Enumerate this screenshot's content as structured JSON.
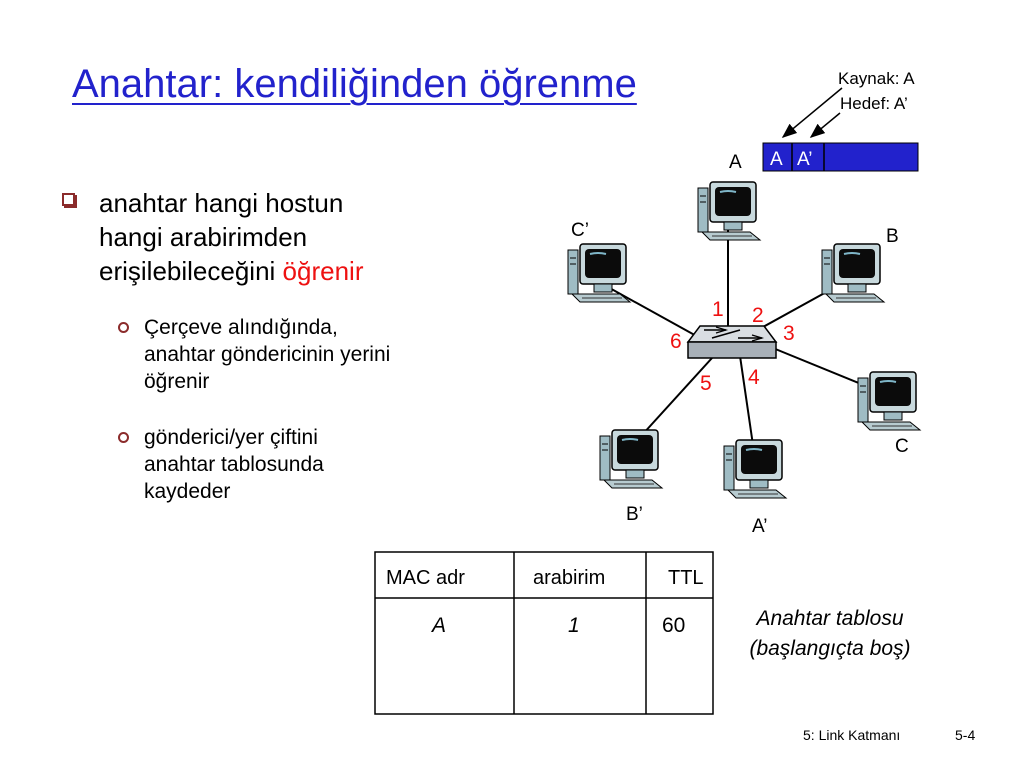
{
  "title": "Anahtar: kendiliğinden öğrenme",
  "bullets": {
    "main_line1": "anahtar hangi hostun",
    "main_line2": "hangi arabirimden",
    "main_line3_prefix": "erişilebileceğini",
    "main_line3_highlight": "öğrenir",
    "sub1_line1": "Çerçeve alındığında,",
    "sub1_line2": "anahtar göndericinin yerini",
    "sub1_line3": "öğrenir",
    "sub2_line1": "gönderici/yer çiftini",
    "sub2_line2": "anahtar tablosunda",
    "sub2_line3": "kaydeder"
  },
  "frame": {
    "source_label": "Kaynak: A",
    "dest_label": "Hedef: A’",
    "field_src": "A",
    "field_dst": "A’"
  },
  "hosts": {
    "a": "A",
    "b": "B",
    "c": "C",
    "a_prime": "A’",
    "b_prime": "B’",
    "c_prime": "C’"
  },
  "ports": {
    "p1": "1",
    "p2": "2",
    "p3": "3",
    "p4": "4",
    "p5": "5",
    "p6": "6"
  },
  "table": {
    "headers": [
      "MAC adr",
      "arabirim",
      "TTL"
    ],
    "row": [
      "A",
      "1",
      "60"
    ],
    "caption_line1": "Anahtar tablosu",
    "caption_line2": "(başlangıçta boş)"
  },
  "footer": {
    "left": "5: Link Katmanı",
    "right": "5-4"
  },
  "colors": {
    "title": "#2222cc",
    "highlight": "#ee1111",
    "frame": "#2222cc",
    "ports": "#ee1111"
  },
  "icons": [
    "computer-icon",
    "switch-icon"
  ]
}
